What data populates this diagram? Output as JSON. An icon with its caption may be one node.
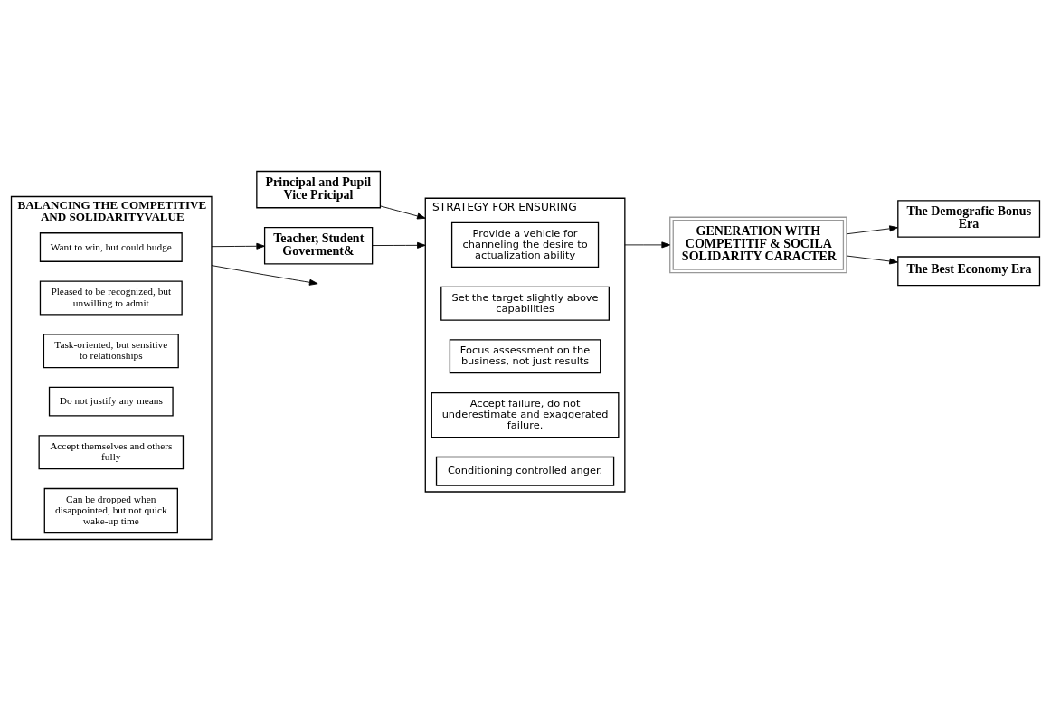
{
  "diagram": {
    "nodes": [
      {
        "text": [
          "Principal and Pupil Vice Pricipal"
        ]
      },
      {
        "text": [
          "BALANCING THE COMPETITIVE AND SOLIDARITYVALUE"
        ]
      },
      {
        "text": [
          "Want to win, but could budge"
        ],
        "in": 1
      },
      {
        "text": [
          "Pleased to be recognized, but unwilling to admit"
        ],
        "in": 1
      },
      {
        "text": [
          "Task-oriented, but sensitive to relationships"
        ],
        "in": 1
      },
      {
        "text": [
          "Do not justify any means"
        ],
        "in": 1
      },
      {
        "text": [
          "Accept themselves and others fully"
        ],
        "in": 1
      },
      {
        "text": [
          "Can be dropped when disappointed, but not quick wake-up time"
        ],
        "in": 1
      },
      {
        "text": [
          "STRATEGY FOR ENSURING"
        ]
      },
      {
        "text": [
          "Provide a vehicle for channeling the desire to actualization ability"
        ],
        "in": 8
      },
      {
        "text": [
          "Set the target slightly above capabilities"
        ],
        "in": 8
      },
      {
        "text": [
          "Focus assessment on the business, not just results"
        ],
        "in": 8
      },
      {
        "text": [
          "Accept failure, do not underestimate and exaggerated failure."
        ],
        "in": 8
      },
      {
        "text": [
          "Conditioning controlled anger."
        ],
        "in": 8
      },
      {
        "text": [
          "The Demografic Bonus Era"
        ]
      },
      {
        "text": [
          "GENERATION WITH COMPETITIF & SOCILA SOLIDARITY CARACTER"
        ]
      },
      {
        "text": [
          "The Best Economy Era"
        ]
      },
      {
        "text": [
          "Teacher, Student Goverment&"
        ]
      }
    ],
    "edges": [
      {
        "from": 1,
        "to": null,
        "arrow": "to"
      },
      {
        "from": 0,
        "to": 8,
        "arrow": "to"
      },
      {
        "from": 1,
        "to": 17,
        "arrow": "to"
      },
      {
        "from": 17,
        "to": 8,
        "arrow": "to"
      },
      {
        "from": 8,
        "to": 15,
        "arrow": "to"
      },
      {
        "from": 15,
        "to": 14,
        "arrow": "to"
      },
      {
        "from": 15,
        "to": 16,
        "arrow": "to"
      }
    ]
  }
}
